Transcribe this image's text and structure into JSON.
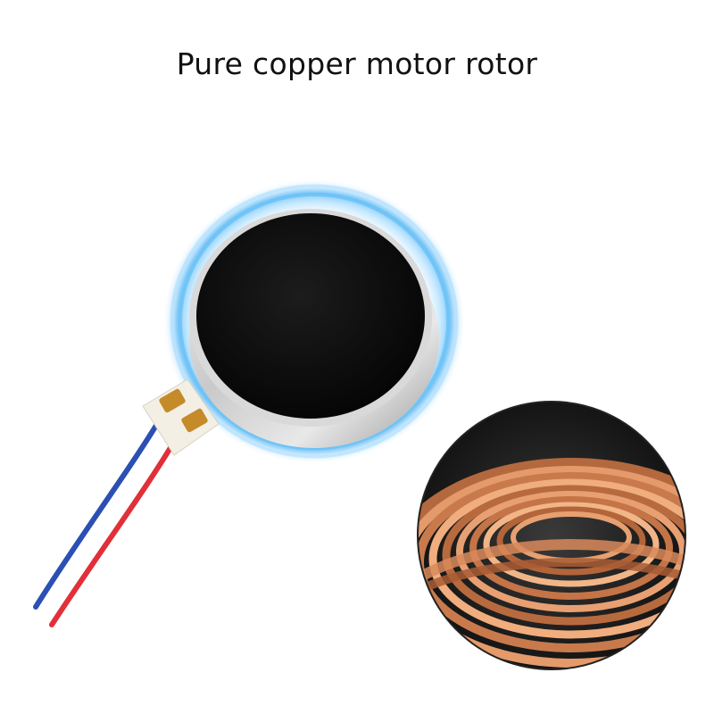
{
  "headline": "Pure copper motor rotor",
  "colors": {
    "glow": "#6fc6ff",
    "wire_blue": "#2b4fb3",
    "wire_red": "#e0303a",
    "copper": "#d98a5a",
    "motor_face": "#111111"
  },
  "illustration": {
    "main_object": "coin-vibration-motor",
    "inset_object": "copper-wire-coil"
  }
}
